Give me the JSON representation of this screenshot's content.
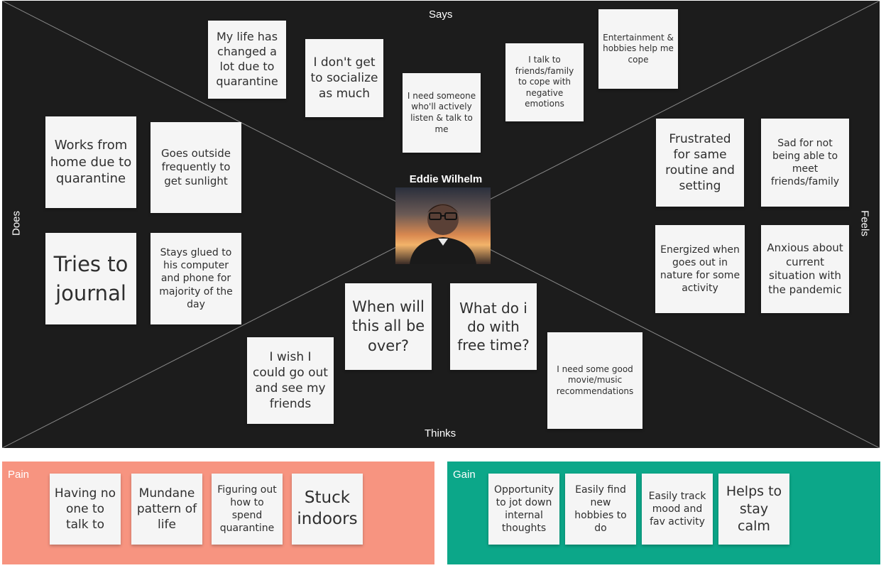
{
  "board": {
    "labels": {
      "says": "Says",
      "thinks": "Thinks",
      "does": "Does",
      "feels": "Feels"
    },
    "persona": {
      "name": "Eddie Wilhelm"
    }
  },
  "notes": {
    "says": [
      "My life has changed a lot due to quarantine",
      "I don't get to socialize as much",
      "I need someone who'll actively listen & talk to me",
      "I talk to friends/family to cope with negative emotions",
      "Entertainment & hobbies help me cope"
    ],
    "does": [
      "Works from home due to quarantine",
      "Goes outside frequently to get sunlight",
      "Tries to journal",
      "Stays glued to his computer and phone for majority of the day"
    ],
    "feels": [
      "Frustrated for same routine and setting",
      "Sad for not being able to meet friends/family",
      "Energized when goes out in nature for some activity",
      "Anxious about current situation with the pandemic"
    ],
    "thinks": [
      "When will this all be over?",
      "What do i do with free time?",
      "I wish I could go out and see my friends",
      "I need some good movie/music recommendations"
    ]
  },
  "pain": {
    "label": "Pain",
    "items": [
      "Having no one to talk to",
      "Mundane pattern of life",
      "Figuring out how to spend quarantine",
      "Stuck indoors"
    ]
  },
  "gain": {
    "label": "Gain",
    "items": [
      "Opportunity to jot down internal thoughts",
      "Easily find new hobbies to do",
      "Easily track mood and fav activity",
      "Helps to stay calm"
    ]
  }
}
